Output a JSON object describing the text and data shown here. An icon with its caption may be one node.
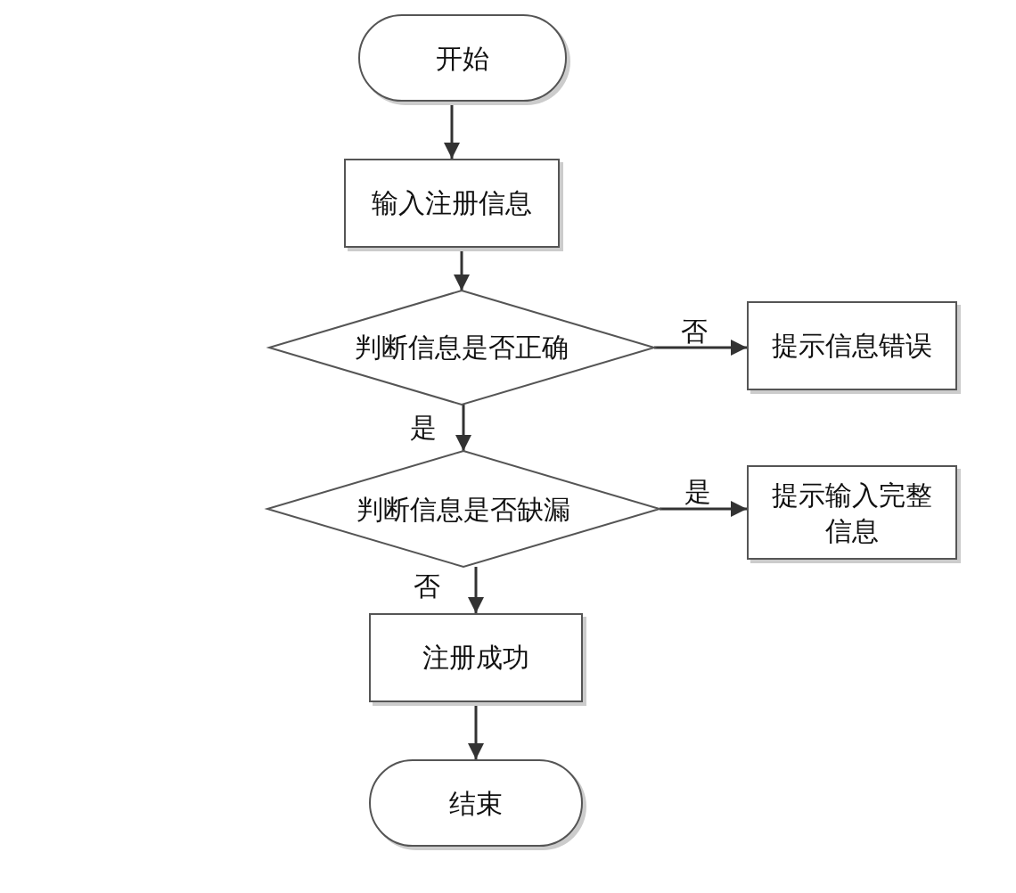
{
  "diagram": {
    "nodes": [
      {
        "text": [
          "开始"
        ]
      },
      {
        "text": [
          "输入注册信息"
        ]
      },
      {
        "text": [
          "判断信息是否正确"
        ]
      },
      {
        "text": [
          "提示信息错误"
        ]
      },
      {
        "text": [
          "判断信息是否缺漏"
        ]
      },
      {
        "text": [
          "提示输入完整信息"
        ]
      },
      {
        "text": [
          "注册成功"
        ]
      },
      {
        "text": [
          "结束"
        ]
      }
    ],
    "edges": [
      {
        "from": 0,
        "to": 1,
        "arrow": "to"
      },
      {
        "from": 1,
        "to": 2,
        "arrow": "to"
      },
      {
        "from": 2,
        "to": 3,
        "arrow": "to",
        "label": "否"
      },
      {
        "from": 2,
        "to": 4,
        "arrow": "to",
        "label": "是"
      },
      {
        "from": 4,
        "to": 5,
        "arrow": "to",
        "label": "是"
      },
      {
        "from": 4,
        "to": 6,
        "arrow": "to",
        "label": "否"
      },
      {
        "from": 6,
        "to": 7,
        "arrow": "to"
      }
    ]
  }
}
